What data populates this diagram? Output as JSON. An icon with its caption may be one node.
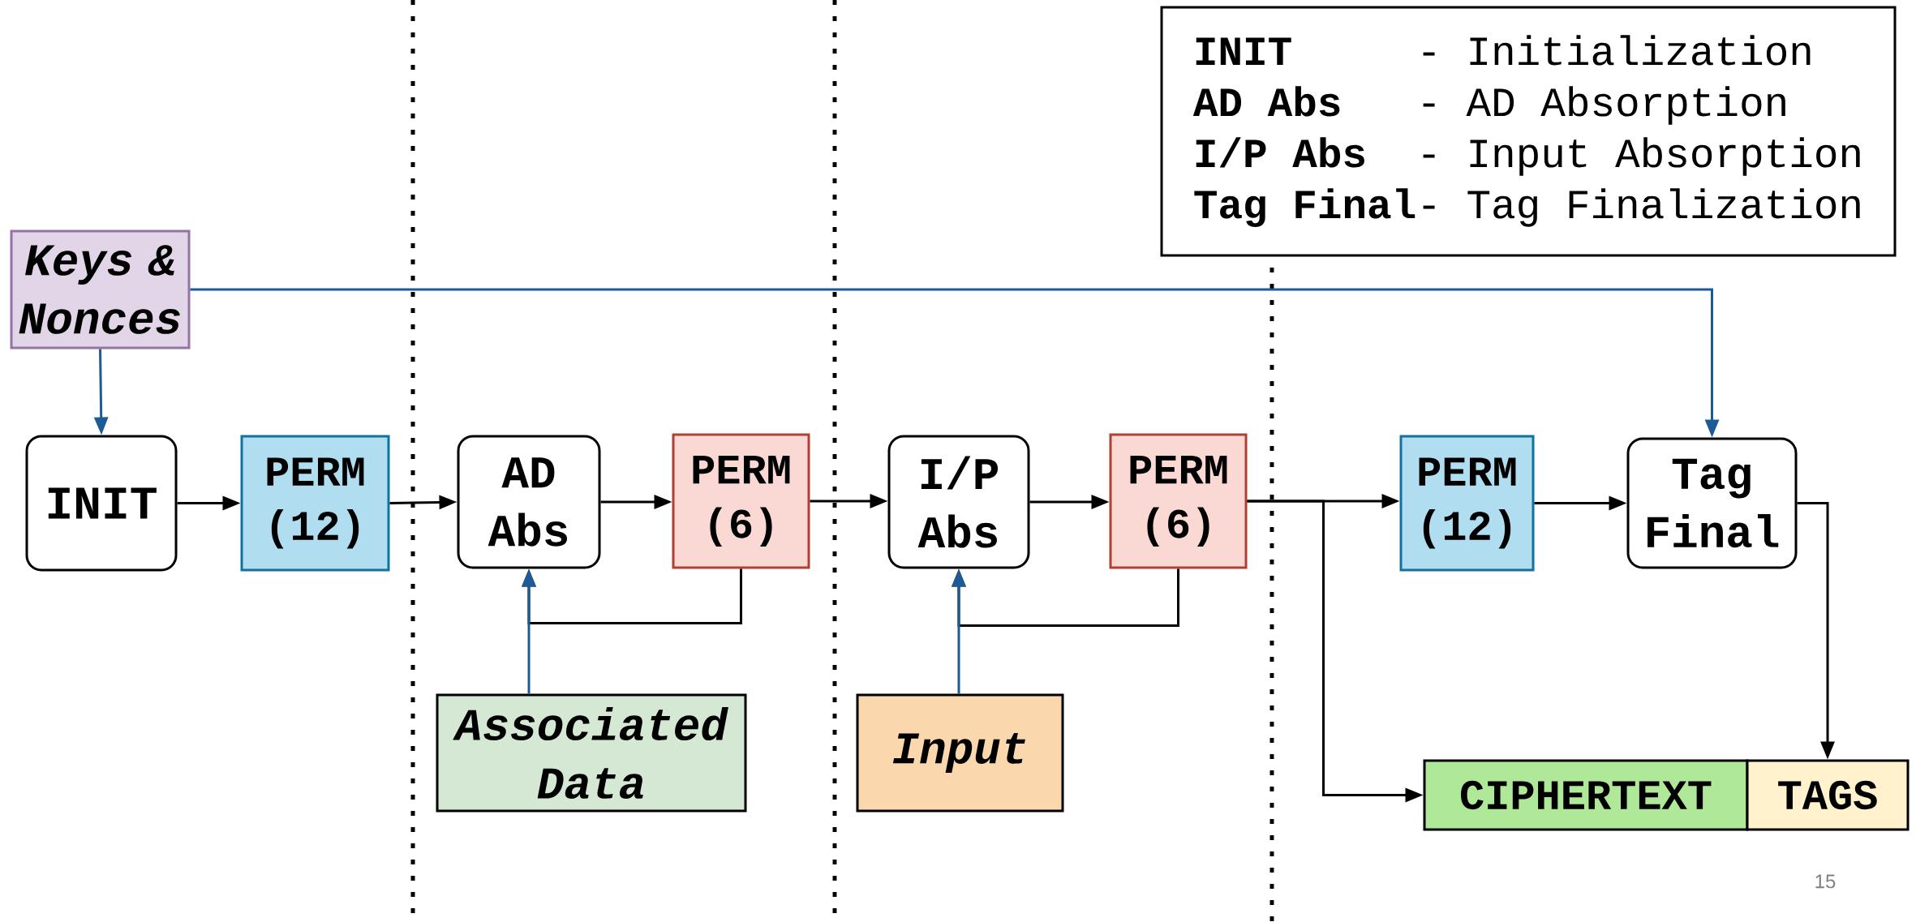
{
  "diagram": {
    "nodes": [
      {
        "text": [
          "Keys & Nonces"
        ]
      },
      {
        "text": [
          "INIT"
        ]
      },
      {
        "text": [
          "PERM (12)"
        ]
      },
      {
        "text": [
          "AD Abs"
        ]
      },
      {
        "text": [
          "PERM (6)"
        ]
      },
      {
        "text": [
          "Associated Data"
        ]
      },
      {
        "text": [
          "I/P Abs"
        ]
      },
      {
        "text": [
          "PERM (6)"
        ]
      },
      {
        "text": [
          "Input"
        ]
      },
      {
        "text": [
          "PERM (12)"
        ]
      },
      {
        "text": [
          "Tag Final"
        ]
      },
      {
        "text": [
          "CIPHERTEXT"
        ]
      },
      {
        "text": [
          "TAGS"
        ]
      },
      {
        "text": [
          "INIT",
          "- Initialization",
          "AD Abs",
          "- AD Absorption",
          "I/P Abs",
          "- Input Absorption",
          "Tag Final",
          "- Tag Finalization"
        ]
      }
    ],
    "edges": [
      {
        "from": 0,
        "to": 1,
        "arrow": "to",
        "color": "#1c5b96"
      },
      {
        "from": 0,
        "to": 10,
        "arrow": "to",
        "color": "#1c5b96"
      },
      {
        "from": 1,
        "to": 2,
        "arrow": "to"
      },
      {
        "from": 2,
        "to": 3,
        "arrow": "to"
      },
      {
        "from": 3,
        "to": 4,
        "arrow": "to"
      },
      {
        "from": 4,
        "to": 3,
        "arrow": "to"
      },
      {
        "from": 5,
        "to": 3,
        "arrow": "to",
        "color": "#1c5b96"
      },
      {
        "from": 4,
        "to": 6,
        "arrow": "to"
      },
      {
        "from": 6,
        "to": 7,
        "arrow": "to"
      },
      {
        "from": 7,
        "to": 6,
        "arrow": "to"
      },
      {
        "from": 8,
        "to": 6,
        "arrow": "to",
        "color": "#1c5b96"
      },
      {
        "from": 7,
        "to": 9,
        "arrow": "to"
      },
      {
        "from": 7,
        "to": 11,
        "arrow": "to"
      },
      {
        "from": 9,
        "to": 10,
        "arrow": "to"
      },
      {
        "from": 10,
        "to": 12,
        "arrow": "to"
      }
    ],
    "labels": [
      "15"
    ]
  }
}
